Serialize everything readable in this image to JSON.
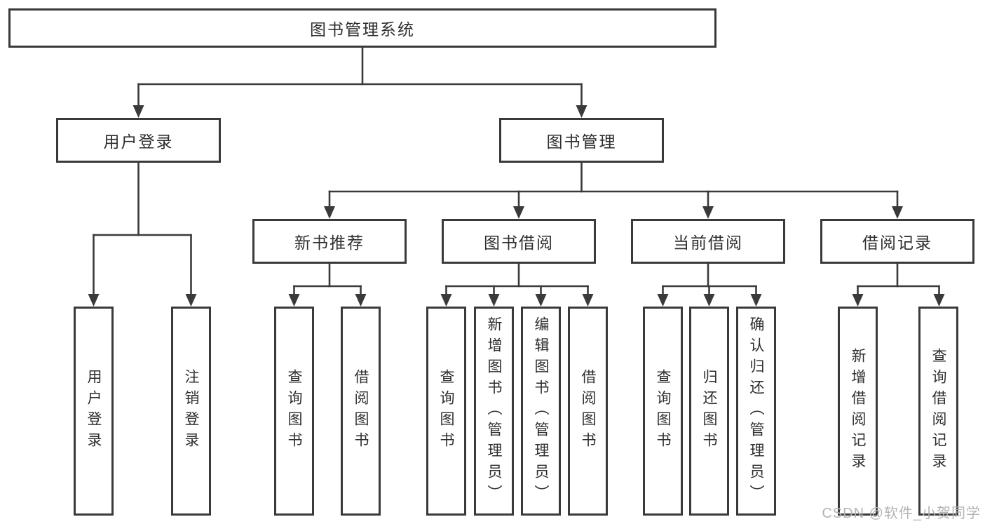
{
  "diagram": {
    "title": "图书管理系统",
    "nodes": [
      {
        "id": "root",
        "label": "图书管理系统",
        "parent": null
      },
      {
        "id": "user-login",
        "label": "用户登录",
        "parent": "root"
      },
      {
        "id": "book-mgmt",
        "label": "图书管理",
        "parent": "root"
      },
      {
        "id": "new-book-rec",
        "label": "新书推荐",
        "parent": "book-mgmt"
      },
      {
        "id": "book-borrow",
        "label": "图书借阅",
        "parent": "book-mgmt"
      },
      {
        "id": "current-borrow",
        "label": "当前借阅",
        "parent": "book-mgmt"
      },
      {
        "id": "borrow-records",
        "label": "借阅记录",
        "parent": "book-mgmt"
      },
      {
        "id": "login-leaf",
        "label": "用户登录",
        "parent": "user-login"
      },
      {
        "id": "logout-leaf",
        "label": "注销登录",
        "parent": "user-login"
      },
      {
        "id": "query-book-new",
        "label": "查询图书",
        "parent": "new-book-rec"
      },
      {
        "id": "borrow-book-new",
        "label": "借阅图书",
        "parent": "new-book-rec"
      },
      {
        "id": "query-book-borrow",
        "label": "查询图书",
        "parent": "book-borrow"
      },
      {
        "id": "add-book-admin",
        "label": "新增图书（管理员）",
        "parent": "book-borrow"
      },
      {
        "id": "edit-book-admin",
        "label": "编辑图书（管理员）",
        "parent": "book-borrow"
      },
      {
        "id": "borrow-book-borrow",
        "label": "借阅图书",
        "parent": "book-borrow"
      },
      {
        "id": "query-book-current",
        "label": "查询图书",
        "parent": "current-borrow"
      },
      {
        "id": "return-book",
        "label": "归还图书",
        "parent": "current-borrow"
      },
      {
        "id": "confirm-return-admin",
        "label": "确认归还（管理员）",
        "parent": "current-borrow"
      },
      {
        "id": "add-borrow-record",
        "label": "新增借阅记录",
        "parent": "borrow-records"
      },
      {
        "id": "query-borrow-record",
        "label": "查询借阅记录",
        "parent": "borrow-records"
      }
    ],
    "watermark": "CSDN @软件_小贺同学",
    "colors": {
      "line": "#3a3a3a",
      "text": "#2e2e2e",
      "watermark": "#b3b3b3",
      "background": "#ffffff"
    }
  }
}
